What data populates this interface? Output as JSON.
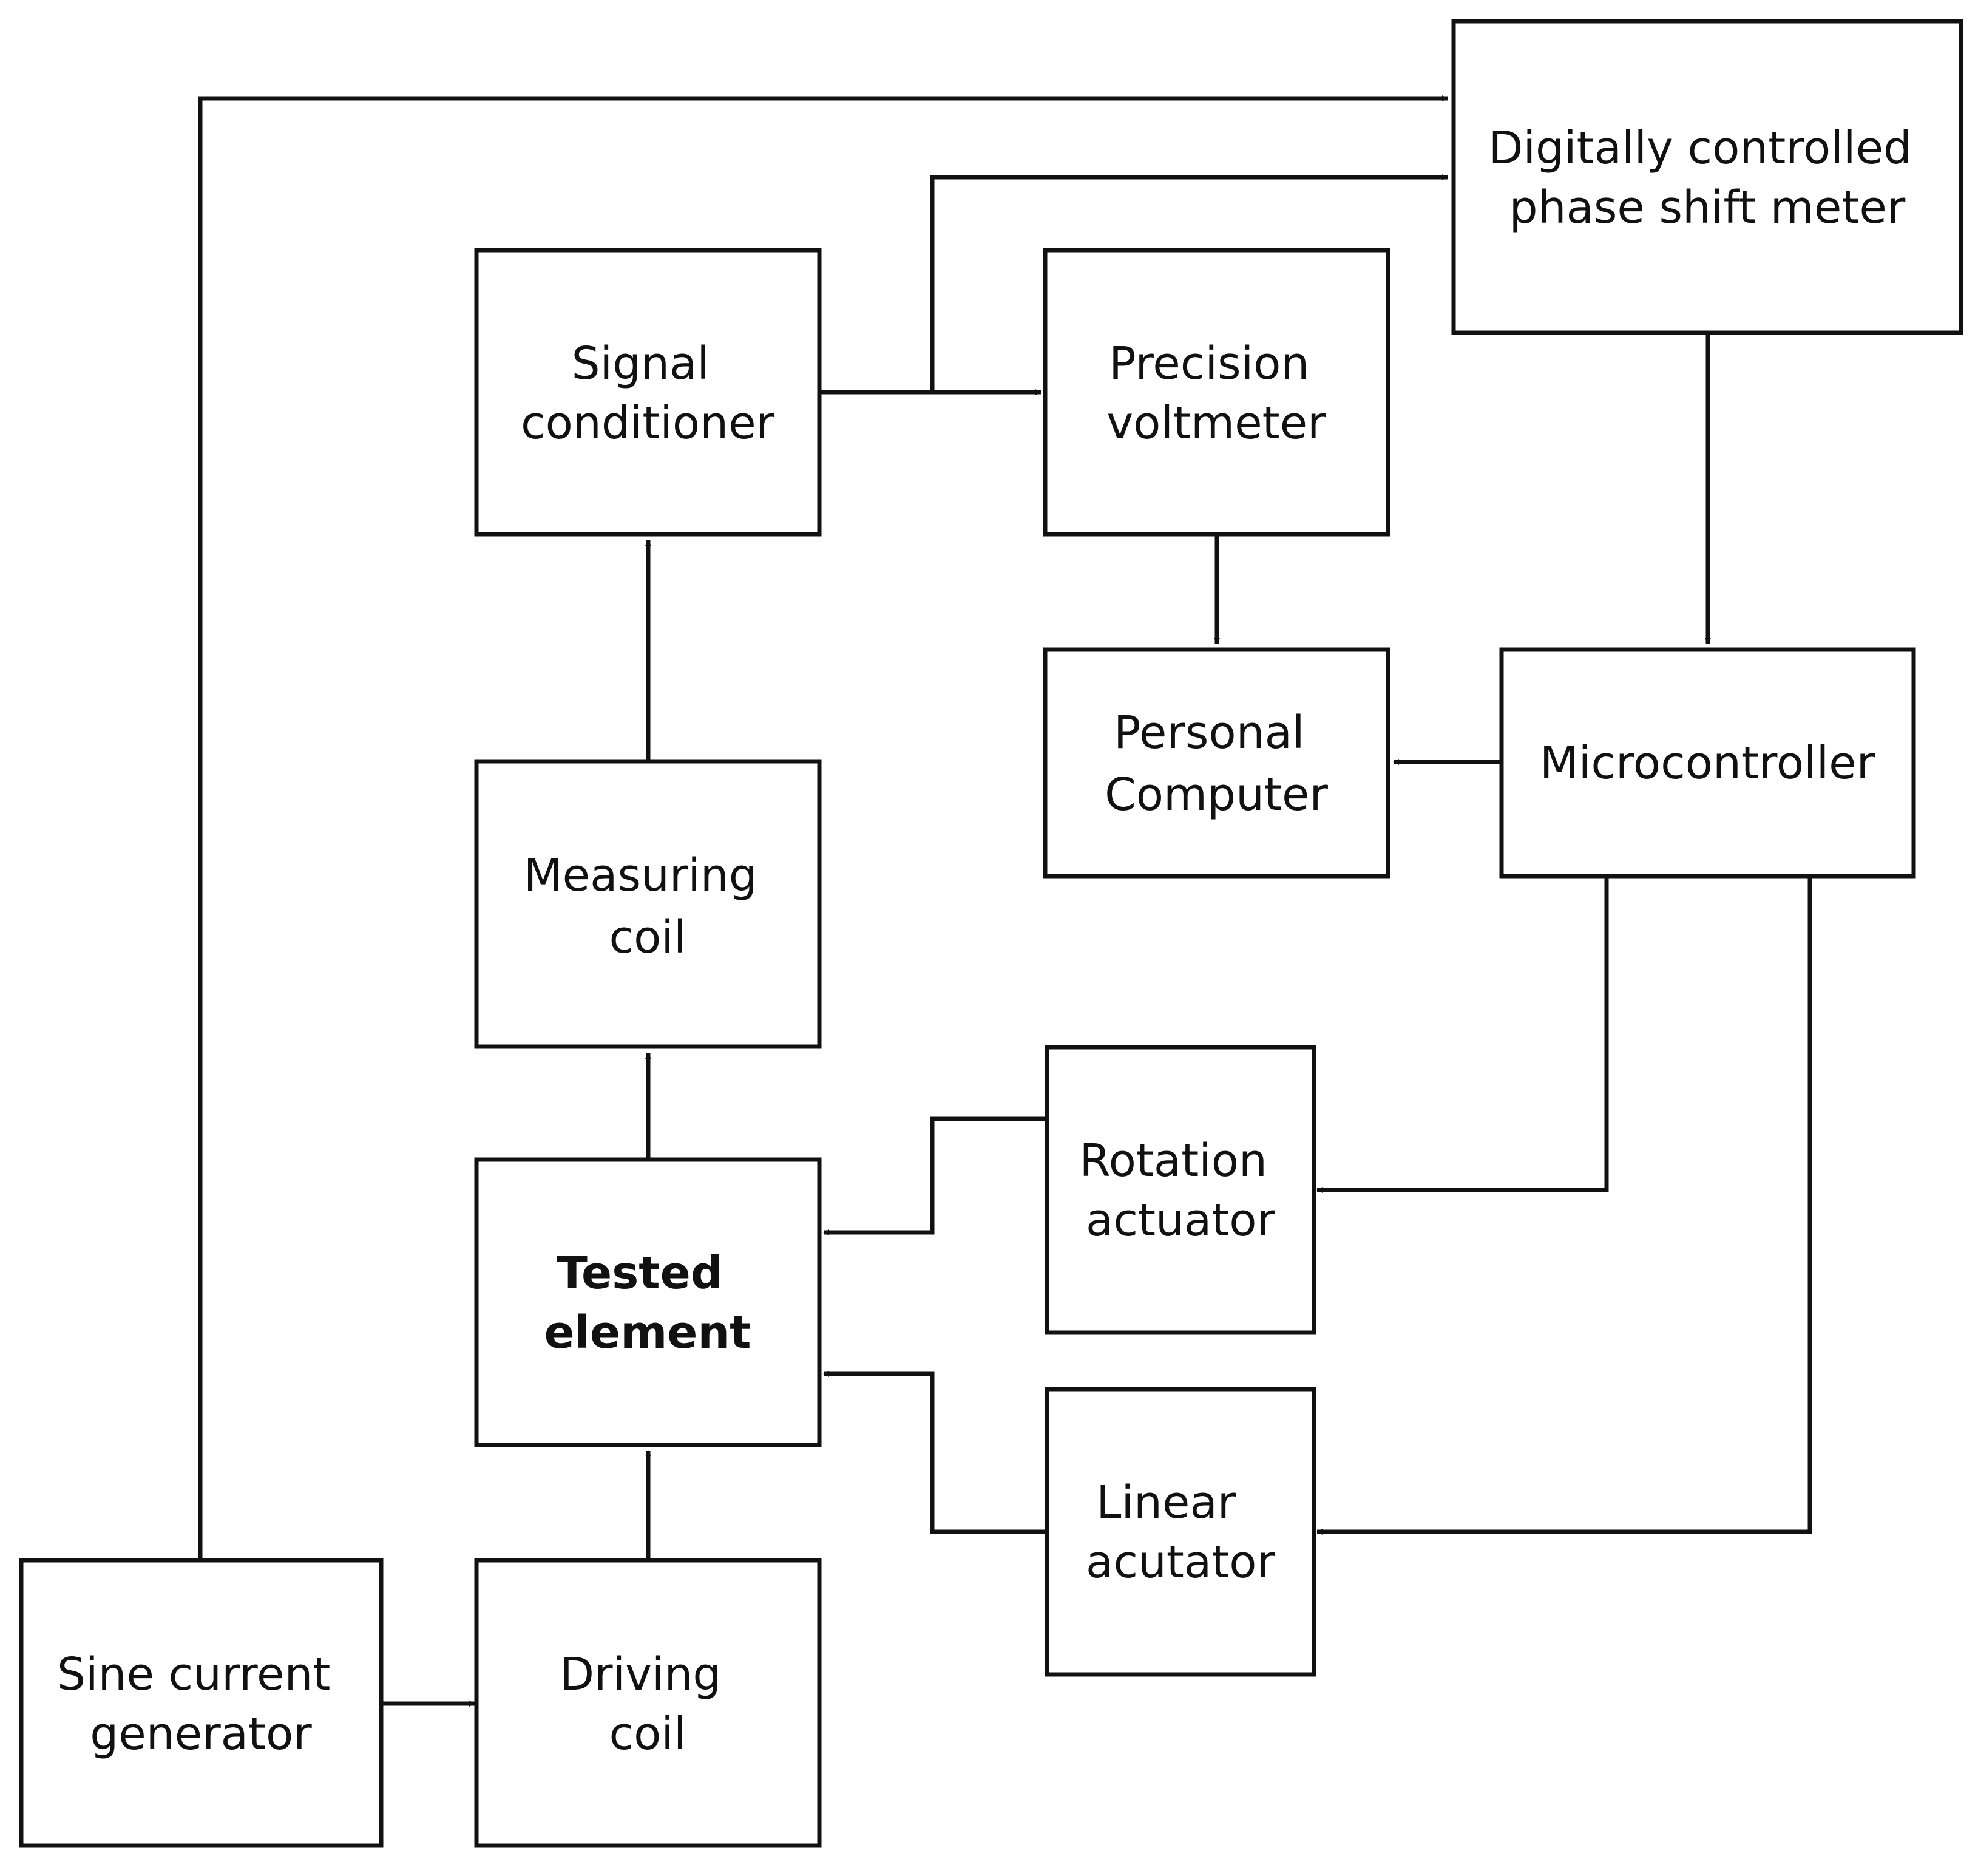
{
  "diagram": {
    "colors": {
      "stroke": "#111111",
      "background": "#ffffff"
    },
    "nodes": {
      "phase_meter": {
        "lines": [
          "Digitally controlled",
          "phase shift meter"
        ]
      },
      "signal_conditioner": {
        "lines": [
          "Signal",
          "conditioner"
        ]
      },
      "precision_voltmeter": {
        "lines": [
          "Precision",
          "voltmeter"
        ]
      },
      "personal_computer": {
        "lines": [
          "Personal",
          "Computer"
        ]
      },
      "microcontroller": {
        "lines": [
          "Microcontroller"
        ]
      },
      "measuring_coil": {
        "lines": [
          "Measuring",
          "coil"
        ]
      },
      "rotation_actuator": {
        "lines": [
          "Rotation",
          "actuator"
        ]
      },
      "tested_element": {
        "lines": [
          "Tested",
          "element"
        ],
        "emphasis": "bold"
      },
      "linear_actuator": {
        "lines": [
          "Linear",
          "acutator"
        ]
      },
      "sine_generator": {
        "lines": [
          "Sine current",
          "generator"
        ]
      },
      "driving_coil": {
        "lines": [
          "Driving",
          "coil"
        ]
      }
    },
    "edges": [
      {
        "from": "sine_generator",
        "to": "phase_meter"
      },
      {
        "from": "signal_conditioner",
        "to": "phase_meter"
      },
      {
        "from": "signal_conditioner",
        "to": "precision_voltmeter"
      },
      {
        "from": "precision_voltmeter",
        "to": "personal_computer"
      },
      {
        "from": "phase_meter",
        "to": "microcontroller"
      },
      {
        "from": "microcontroller",
        "to": "personal_computer"
      },
      {
        "from": "measuring_coil",
        "to": "signal_conditioner"
      },
      {
        "from": "tested_element",
        "to": "measuring_coil"
      },
      {
        "from": "driving_coil",
        "to": "tested_element"
      },
      {
        "from": "sine_generator",
        "to": "driving_coil"
      },
      {
        "from": "microcontroller",
        "to": "rotation_actuator"
      },
      {
        "from": "microcontroller",
        "to": "linear_actuator"
      },
      {
        "from": "rotation_actuator",
        "to": "tested_element"
      },
      {
        "from": "linear_actuator",
        "to": "tested_element"
      }
    ]
  }
}
